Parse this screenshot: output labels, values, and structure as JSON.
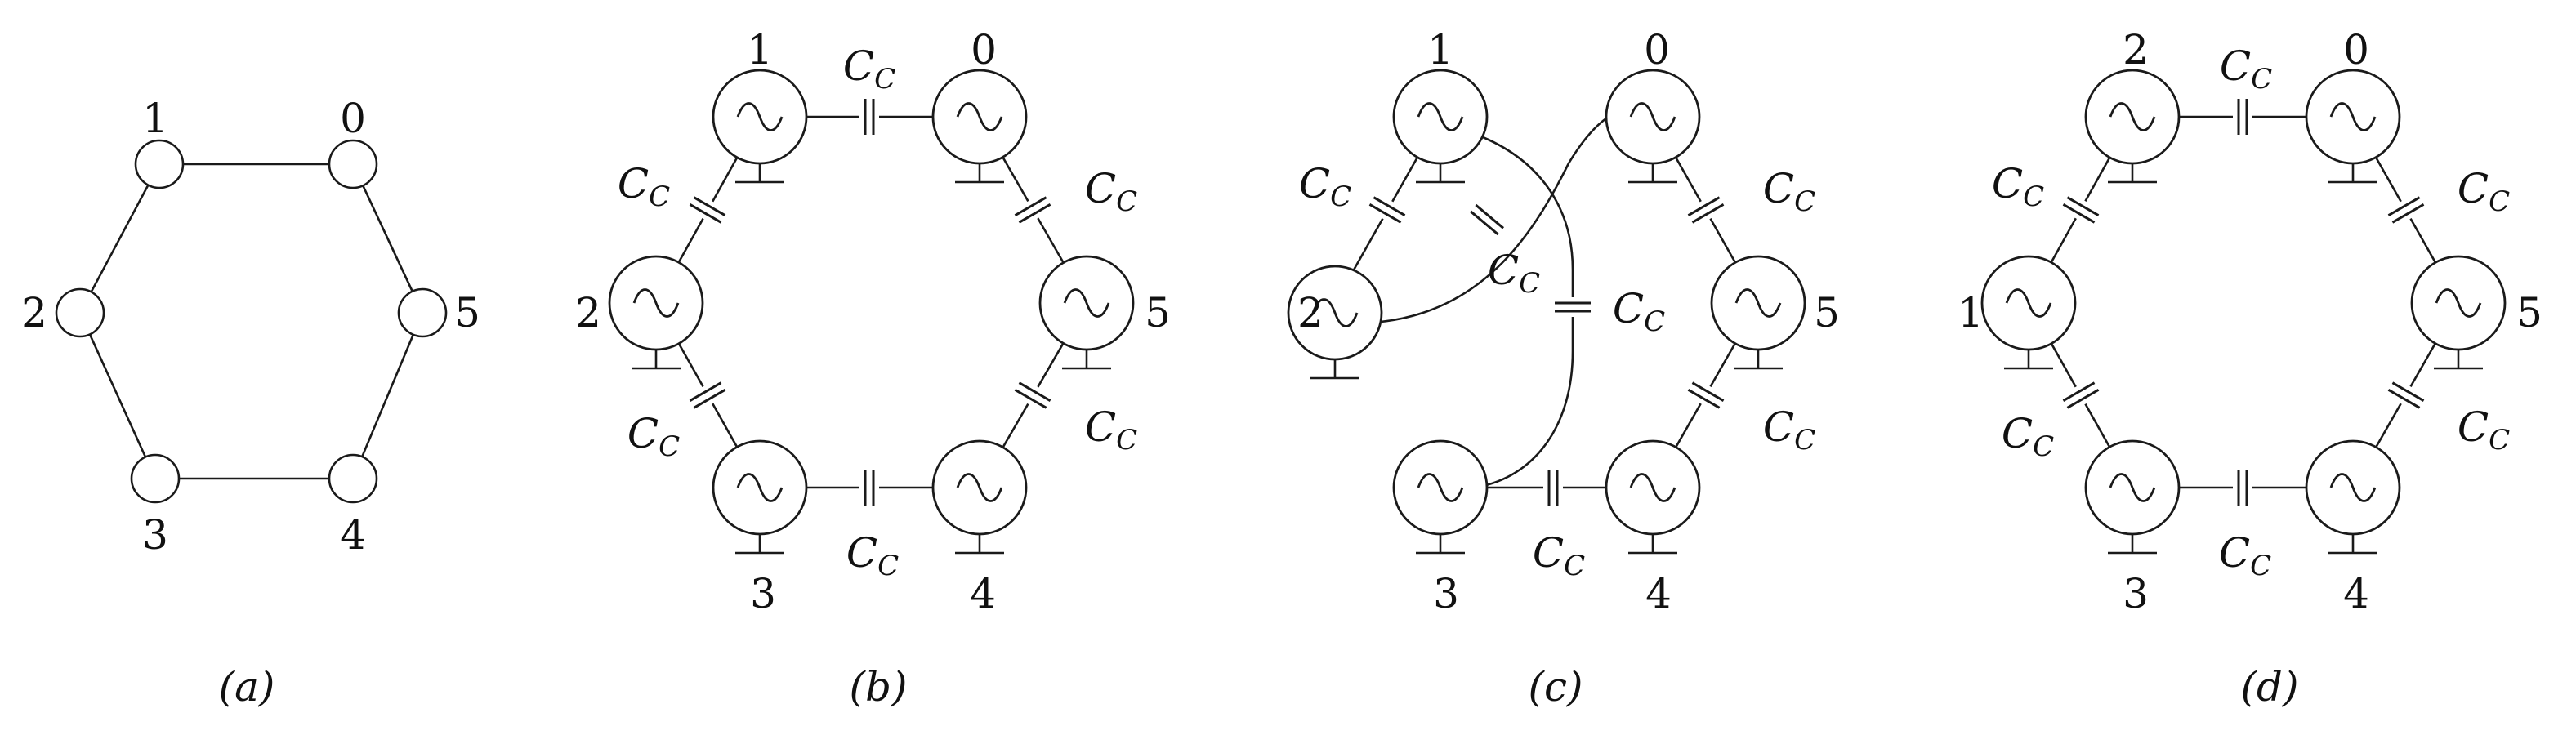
{
  "panels": [
    {
      "key": "a",
      "label": "(a)",
      "kind": "graph",
      "node_labels": [
        "1",
        "0",
        "2",
        "5",
        "3",
        "4"
      ],
      "edges": [
        [
          "1",
          "0"
        ],
        [
          "0",
          "5"
        ],
        [
          "5",
          "4"
        ],
        [
          "4",
          "3"
        ],
        [
          "3",
          "2"
        ],
        [
          "2",
          "1"
        ]
      ]
    },
    {
      "key": "b",
      "label": "(b)",
      "kind": "circuit",
      "node_labels": [
        "1",
        "0",
        "2",
        "5",
        "3",
        "4"
      ],
      "coupling_label": "C",
      "coupling_sub": "C",
      "couplings": [
        [
          "1",
          "0"
        ],
        [
          "0",
          "5"
        ],
        [
          "5",
          "4"
        ],
        [
          "4",
          "3"
        ],
        [
          "3",
          "2"
        ],
        [
          "2",
          "1"
        ]
      ]
    },
    {
      "key": "c",
      "label": "(c)",
      "kind": "circuit",
      "node_labels": [
        "1",
        "0",
        "2",
        "5",
        "3",
        "4"
      ],
      "coupling_label": "C",
      "coupling_sub": "C",
      "couplings": [
        [
          "1",
          "2"
        ],
        [
          "0",
          "2"
        ],
        [
          "1",
          "3"
        ],
        [
          "0",
          "5"
        ],
        [
          "5",
          "4"
        ],
        [
          "3",
          "4"
        ]
      ]
    },
    {
      "key": "d",
      "label": "(d)",
      "kind": "circuit",
      "node_labels": [
        "2",
        "0",
        "1",
        "5",
        "3",
        "4"
      ],
      "coupling_label": "C",
      "coupling_sub": "C",
      "couplings": [
        [
          "2",
          "0"
        ],
        [
          "0",
          "5"
        ],
        [
          "5",
          "4"
        ],
        [
          "4",
          "3"
        ],
        [
          "3",
          "1"
        ],
        [
          "1",
          "2"
        ]
      ]
    }
  ]
}
